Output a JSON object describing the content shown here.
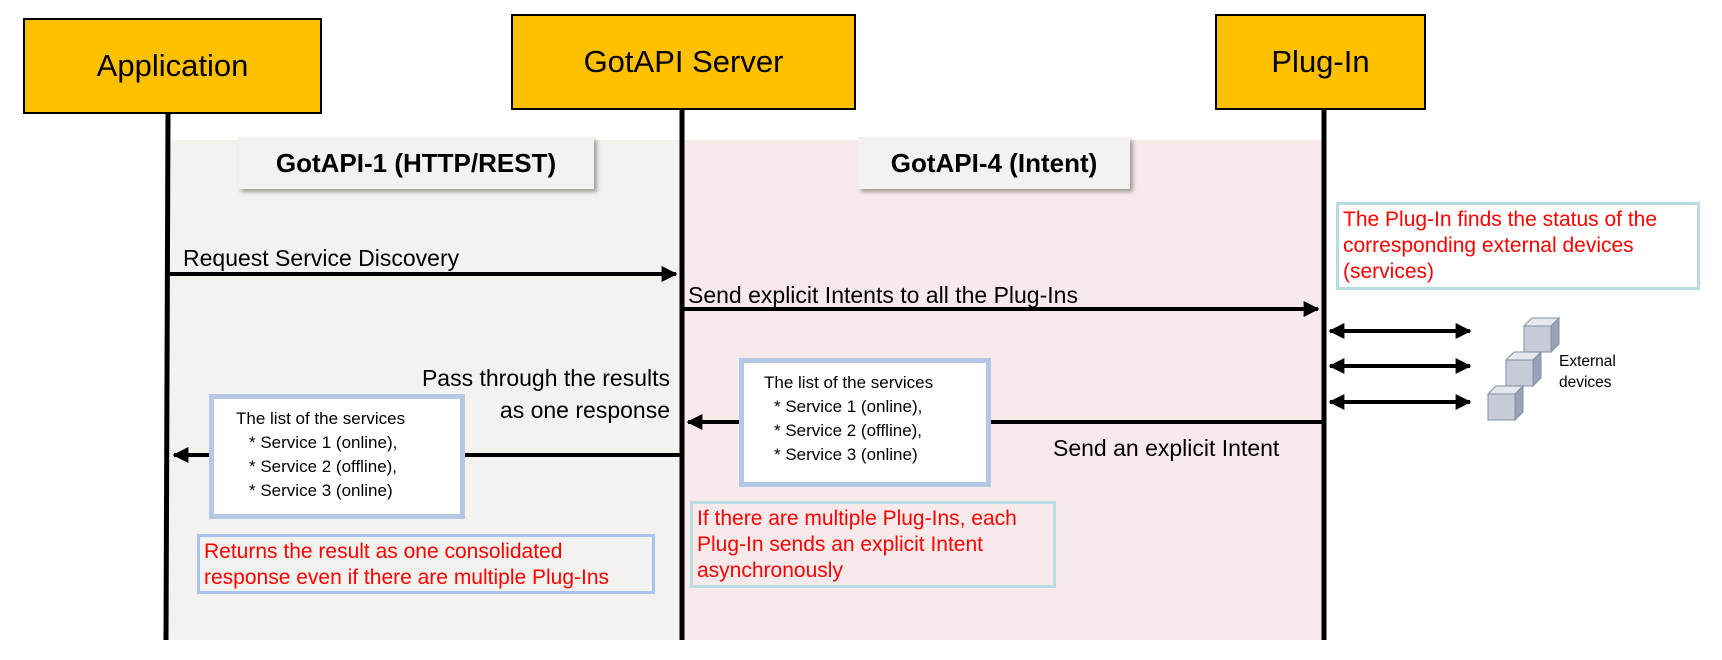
{
  "actors": {
    "application": "Application",
    "server": "GotAPI Server",
    "plugin": "Plug-In"
  },
  "interfaces": {
    "gotapi1": "GotAPI-1 (HTTP/REST)",
    "gotapi4": "GotAPI-4 (Intent)"
  },
  "messages": {
    "request": "Request Service Discovery",
    "send_intents": "Send explicit Intents to all the Plug-Ins",
    "pass_line1": "Pass through the results",
    "pass_line2": "as one response",
    "send_intent": "Send an explicit Intent"
  },
  "service_list": {
    "title": "The list of the services",
    "items": [
      "* Service 1 (online),",
      "* Service 2 (offline),",
      "* Service 3 (online)"
    ]
  },
  "notes": {
    "plugin_status": [
      "The Plug-In finds the status of the",
      "corresponding external devices",
      "(services)"
    ],
    "multiple_plugins": [
      "If there are multiple Plug-Ins, each",
      "Plug-In sends an explicit Intent",
      "asynchronously"
    ],
    "consolidated": [
      "Returns the result as one consolidated",
      "response even if there are multiple Plug-Ins"
    ]
  },
  "external_devices": {
    "label_line1": "External",
    "label_line2": "devices",
    "icon": "cube-icon"
  },
  "colors": {
    "actor_fill": "#ffc000",
    "zone1_fill": "#f3f2ee",
    "zone2_fill": "#f8eaea",
    "note_text": "#ff0000",
    "list_border": "#b4c7e7",
    "teal_border": "#b7dde0"
  }
}
